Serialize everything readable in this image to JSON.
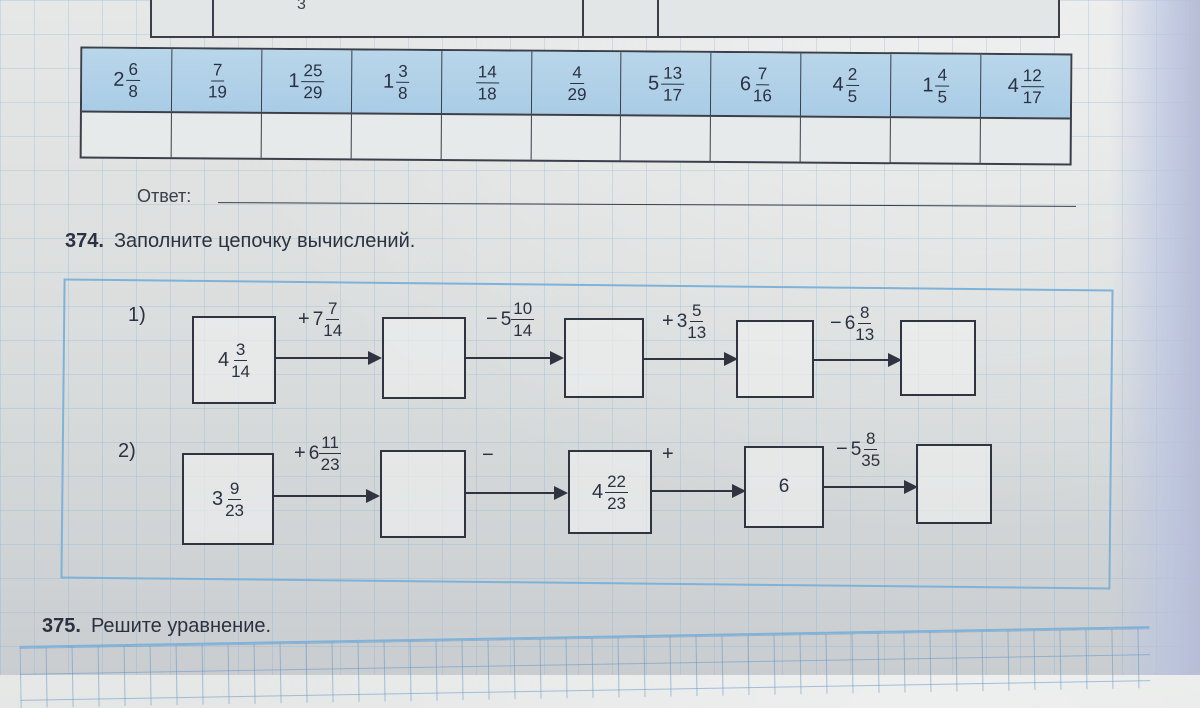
{
  "top_table": {
    "stub_text": "3"
  },
  "fraction_table": [
    {
      "whole": "2",
      "num": "6",
      "den": "8"
    },
    {
      "whole": "",
      "num": "7",
      "den": "19"
    },
    {
      "whole": "1",
      "num": "25",
      "den": "29"
    },
    {
      "whole": "1",
      "num": "3",
      "den": "8"
    },
    {
      "whole": "",
      "num": "14",
      "den": "18"
    },
    {
      "whole": "",
      "num": "4",
      "den": "29"
    },
    {
      "whole": "5",
      "num": "13",
      "den": "17"
    },
    {
      "whole": "6",
      "num": "7",
      "den": "16"
    },
    {
      "whole": "4",
      "num": "2",
      "den": "5"
    },
    {
      "whole": "1",
      "num": "4",
      "den": "5"
    },
    {
      "whole": "4",
      "num": "12",
      "den": "17"
    }
  ],
  "answer_label": "Ответ:",
  "task374": {
    "number": "374.",
    "title": "Заполните цепочку вычислений."
  },
  "chain1": {
    "label": "1)",
    "start": {
      "whole": "4",
      "num": "3",
      "den": "14"
    },
    "ops": [
      {
        "sign": "+",
        "whole": "7",
        "num": "7",
        "den": "14"
      },
      {
        "sign": "−",
        "whole": "5",
        "num": "10",
        "den": "14"
      },
      {
        "sign": "+",
        "whole": "3",
        "num": "5",
        "den": "13"
      },
      {
        "sign": "−",
        "whole": "6",
        "num": "8",
        "den": "13"
      }
    ]
  },
  "chain2": {
    "label": "2)",
    "start": {
      "whole": "3",
      "num": "9",
      "den": "23"
    },
    "ops": [
      {
        "sign": "+",
        "whole": "6",
        "num": "11",
        "den": "23"
      },
      {
        "sign": "−",
        "whole": "",
        "num": "",
        "den": ""
      },
      {
        "sign": "+",
        "whole": "",
        "num": "",
        "den": ""
      },
      {
        "sign": "−",
        "whole": "5",
        "num": "8",
        "den": "35"
      }
    ],
    "box3": {
      "whole": "4",
      "num": "22",
      "den": "23"
    },
    "box4": "6"
  },
  "task375": {
    "number": "375.",
    "title": "Решите уравнение."
  }
}
